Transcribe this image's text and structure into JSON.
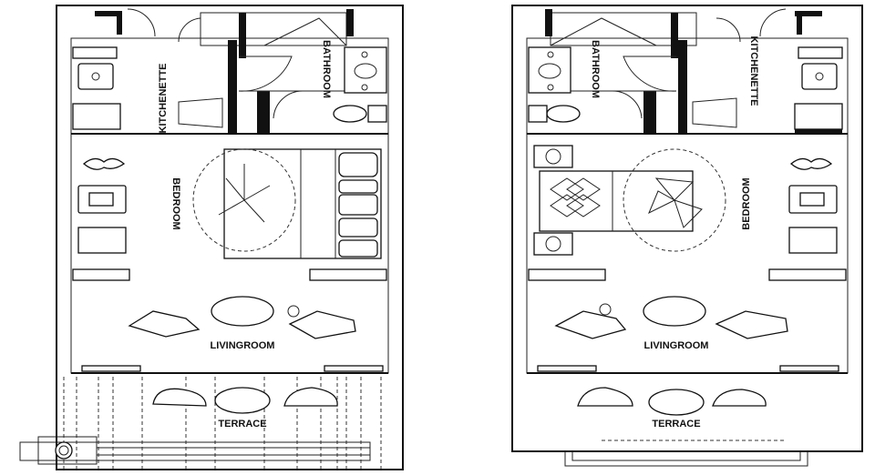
{
  "floorplans": [
    {
      "rooms": {
        "kitchenette": "KITCHENETTE",
        "bathroom": "BATHROOM",
        "bedroom": "BEDROOM",
        "livingroom": "LIVINGROOM",
        "terrace": "TERRACE"
      }
    },
    {
      "rooms": {
        "kitchenette": "KITCHENETTE",
        "bathroom": "BATHROOM",
        "bedroom": "BEDROOM",
        "livingroom": "LIVINGROOM",
        "terrace": "TERRACE"
      }
    }
  ]
}
